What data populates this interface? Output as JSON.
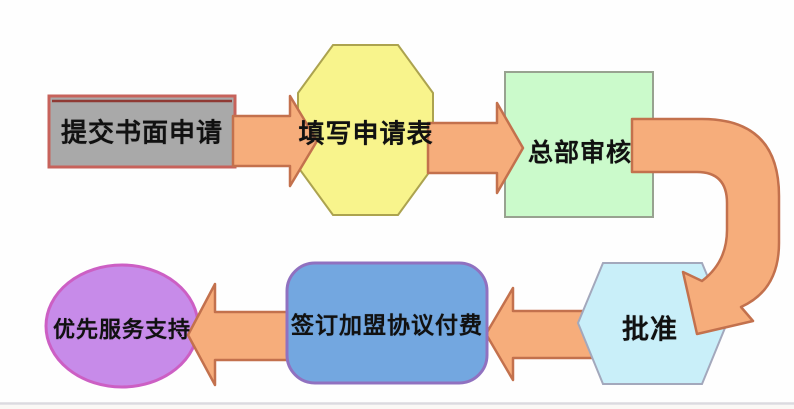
{
  "diagram": {
    "description": "Franchise application process flowchart",
    "nodes": [
      {
        "id": "submit",
        "label": "提交书面申请",
        "shape": "rectangle",
        "fill": "#A9A9A9",
        "border": "#C7625B"
      },
      {
        "id": "fillform",
        "label": "填写申请表",
        "shape": "octagon",
        "fill": "#F8F48C",
        "border": "#ACA34F"
      },
      {
        "id": "review",
        "label": "总部审核",
        "shape": "rectangle",
        "fill": "#CBFACB",
        "border": "#98A290"
      },
      {
        "id": "approve",
        "label": "批准",
        "shape": "hexagon",
        "fill": "#C9EFF9",
        "border": "#A3A8BC"
      },
      {
        "id": "signpay",
        "label": "签订加盟协议付费",
        "shape": "rounded-rectangle",
        "fill": "#73A7E0",
        "border": "#9071C0"
      },
      {
        "id": "support",
        "label": "优先服务支持",
        "shape": "ellipse",
        "fill": "#C78BE9",
        "border": "#CC5FC4"
      }
    ],
    "edges": [
      {
        "from": "submit",
        "to": "fillform",
        "style": "straight-right"
      },
      {
        "from": "fillform",
        "to": "review",
        "style": "straight-right"
      },
      {
        "from": "review",
        "to": "approve",
        "style": "curved-hook-down"
      },
      {
        "from": "approve",
        "to": "signpay",
        "style": "straight-left"
      },
      {
        "from": "signpay",
        "to": "support",
        "style": "straight-left"
      }
    ],
    "arrow": {
      "fill": "#F6AD7B",
      "border": "#C3714D"
    },
    "accents": {
      "submit_inner_top_line": "#8F3A34",
      "bottom_strip_line": "#DBDADF",
      "bottom_strip_fill": "#FAF8F5",
      "background": "#FEFEFE"
    }
  }
}
